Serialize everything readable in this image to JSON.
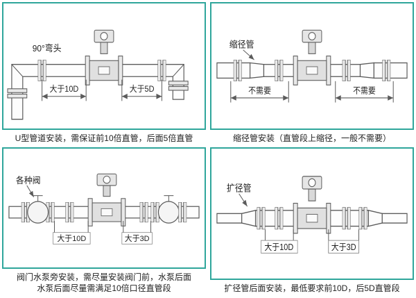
{
  "theme": {
    "accent_border": "#2FA69B"
  },
  "panels": [
    {
      "id": "u-pipe",
      "label": "90°弯头",
      "dim_left": "大于10D",
      "dim_right": "大于5D",
      "caption": "U型管道安装，需保证前10倍直管，后面5倍直管"
    },
    {
      "id": "reducer",
      "label": "缩径管",
      "dim_left": "不需要",
      "dim_right": "不需要",
      "caption": "缩径管安装（直管段上缩径，一般不需要）"
    },
    {
      "id": "valve-pump",
      "label": "各种阀",
      "dim_left": "大于10D",
      "dim_right": "大于3D",
      "caption": "阀门水泵旁安装，需尽量安装阀门前，水泵后面",
      "caption2": "水泵后面尽量需满足10倍口径直管段"
    },
    {
      "id": "expander",
      "label": "扩径管",
      "dim_left": "大于10D",
      "dim_right": "大于3D",
      "caption": "扩径管后面安装，最低要求前10D，后5D直管段"
    }
  ]
}
